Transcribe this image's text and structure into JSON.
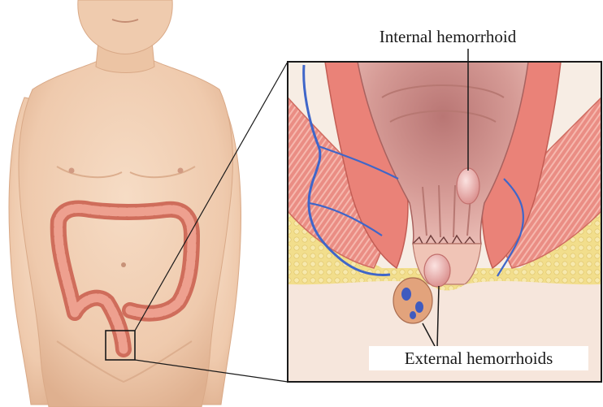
{
  "labels": {
    "internal": "Internal hemorrhoid",
    "external": "External hemorrhoids"
  },
  "colors": {
    "skin": "#f1cfb2",
    "skin_shadow": "#e2b08e",
    "colon": "#e58a76",
    "colon_dark": "#c9604e",
    "muscle": "#e9877f",
    "muscle_light": "#f4b3a8",
    "mucosa": "#c98a86",
    "fat": "#f1dc86",
    "vein": "#3f66c9",
    "hemorrhoid": "#e9a3a3",
    "outline": "#222222"
  },
  "icons": {
    "figure": "male-torso-illustration",
    "inset": "anorectal-cross-section"
  }
}
